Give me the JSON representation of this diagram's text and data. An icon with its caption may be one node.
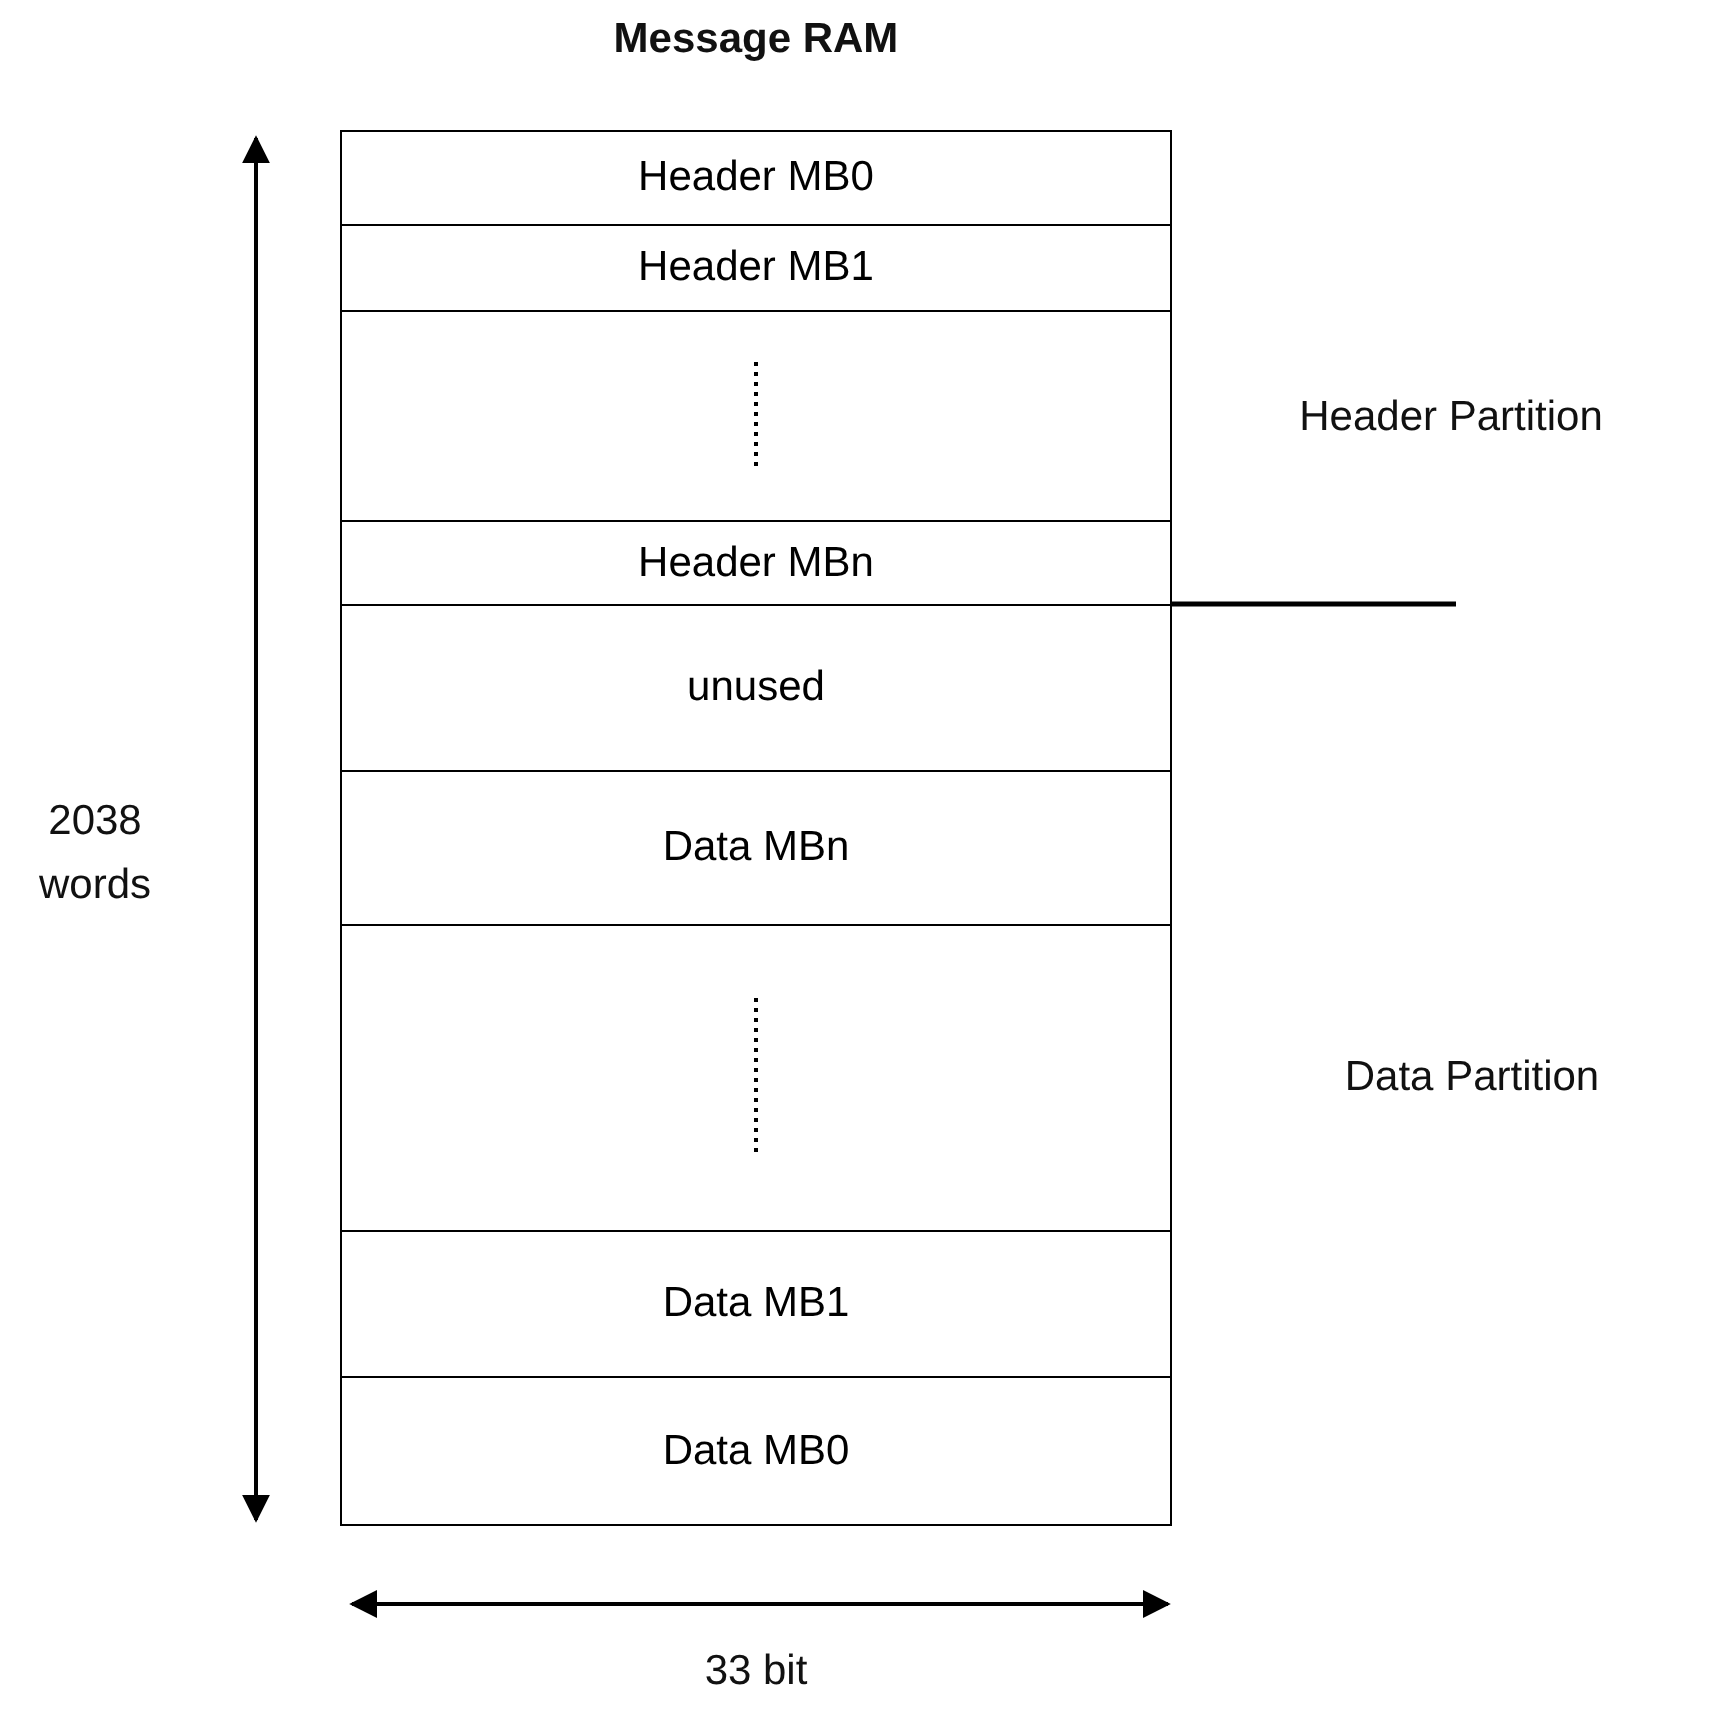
{
  "diagram": {
    "title": "Message RAM",
    "nodes": [
      {
        "text": [
          "Header MB0"
        ]
      },
      {
        "text": [
          "Header MB1"
        ]
      },
      {
        "text": [],
        "shape": "box"
      },
      {
        "text": [
          "Header MBn"
        ]
      },
      {
        "text": [
          "unused"
        ]
      },
      {
        "text": [
          "Data MBn"
        ]
      },
      {
        "text": [],
        "shape": "box"
      },
      {
        "text": [
          "Data MB1"
        ]
      },
      {
        "text": [
          "Data MB0"
        ]
      }
    ],
    "edges": [],
    "labels": [
      "2038 words",
      "Header Partition",
      "Data Partition",
      "33 bit"
    ]
  }
}
